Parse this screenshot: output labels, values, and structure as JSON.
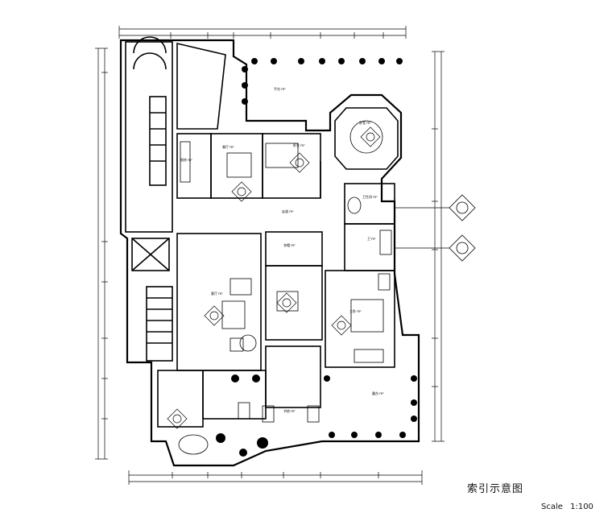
{
  "drawing": {
    "title": "索引示意图",
    "scale_label": "Scale",
    "scale_value": "1:100"
  },
  "rooms": [
    {
      "id": "terrace-top",
      "label": "平台 m²"
    },
    {
      "id": "octagon-room",
      "label": "卧室 m²"
    },
    {
      "id": "kitchen",
      "label": "厨房 m²"
    },
    {
      "id": "dining",
      "label": "餐厅 m²"
    },
    {
      "id": "bedroom-1",
      "label": "卧室 m²"
    },
    {
      "id": "bath-1",
      "label": "卫生间 m²"
    },
    {
      "id": "corridor",
      "label": "走道 m²"
    },
    {
      "id": "bath-2",
      "label": "卫 m²"
    },
    {
      "id": "walk-in",
      "label": "衣帽 m²"
    },
    {
      "id": "living",
      "label": "客厅 m²"
    },
    {
      "id": "master-bed",
      "label": "主卧 m²"
    },
    {
      "id": "terrace-bottom",
      "label": "露台 m²"
    },
    {
      "id": "study",
      "label": "书房 m²"
    }
  ]
}
